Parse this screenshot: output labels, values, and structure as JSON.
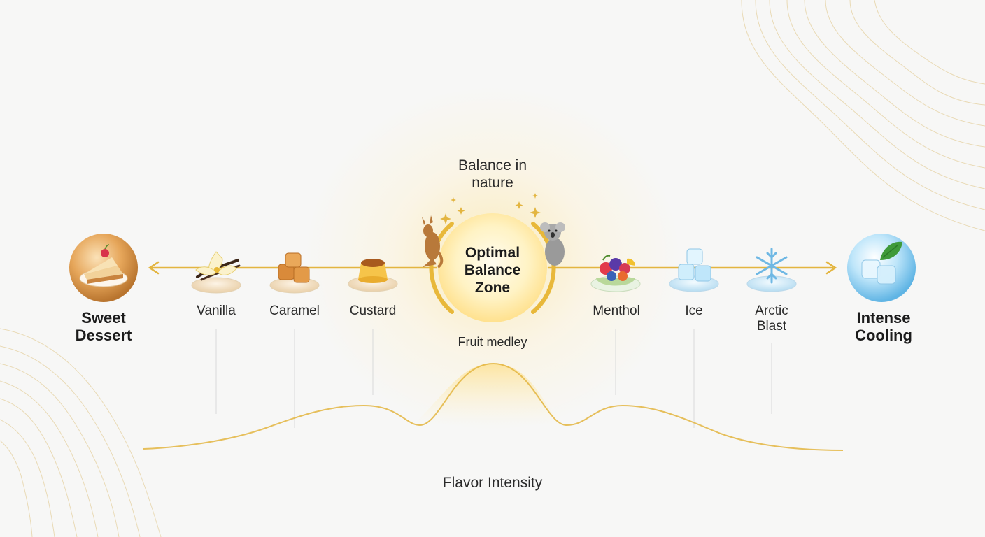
{
  "top_note": "Balance in nature",
  "top_note_line1": "Balance in",
  "top_note_line2": "nature",
  "center": {
    "line1": "Optimal",
    "line2": "Balance",
    "line3": "Zone"
  },
  "center_sub": "Fruit medley",
  "axis_label": "Flavor Intensity",
  "left_end": {
    "line1": "Sweet",
    "line2": "Dessert",
    "icon": "cheesecake-icon"
  },
  "right_end": {
    "line1": "Intense",
    "line2": "Cooling",
    "icon": "ice-mint-icon"
  },
  "flavors_left": [
    {
      "label": "Vanilla",
      "icon": "vanilla-icon"
    },
    {
      "label": "Caramel",
      "icon": "caramel-icon"
    },
    {
      "label": "Custard",
      "icon": "custard-icon"
    }
  ],
  "flavors_right": [
    {
      "label": "Menthol",
      "icon": "fruit-bowl-icon"
    },
    {
      "label": "Ice",
      "icon": "ice-cubes-icon"
    },
    {
      "label_line1": "Arctic",
      "label_line2": "Blast",
      "icon": "snowflake-icon"
    }
  ],
  "mascots": [
    "kangaroo-icon",
    "koala-icon"
  ],
  "colors": {
    "gold": "#e3b540",
    "glow": "#ffe08a",
    "ice": "#8fd0f2",
    "caramel": "#d98a3a"
  }
}
